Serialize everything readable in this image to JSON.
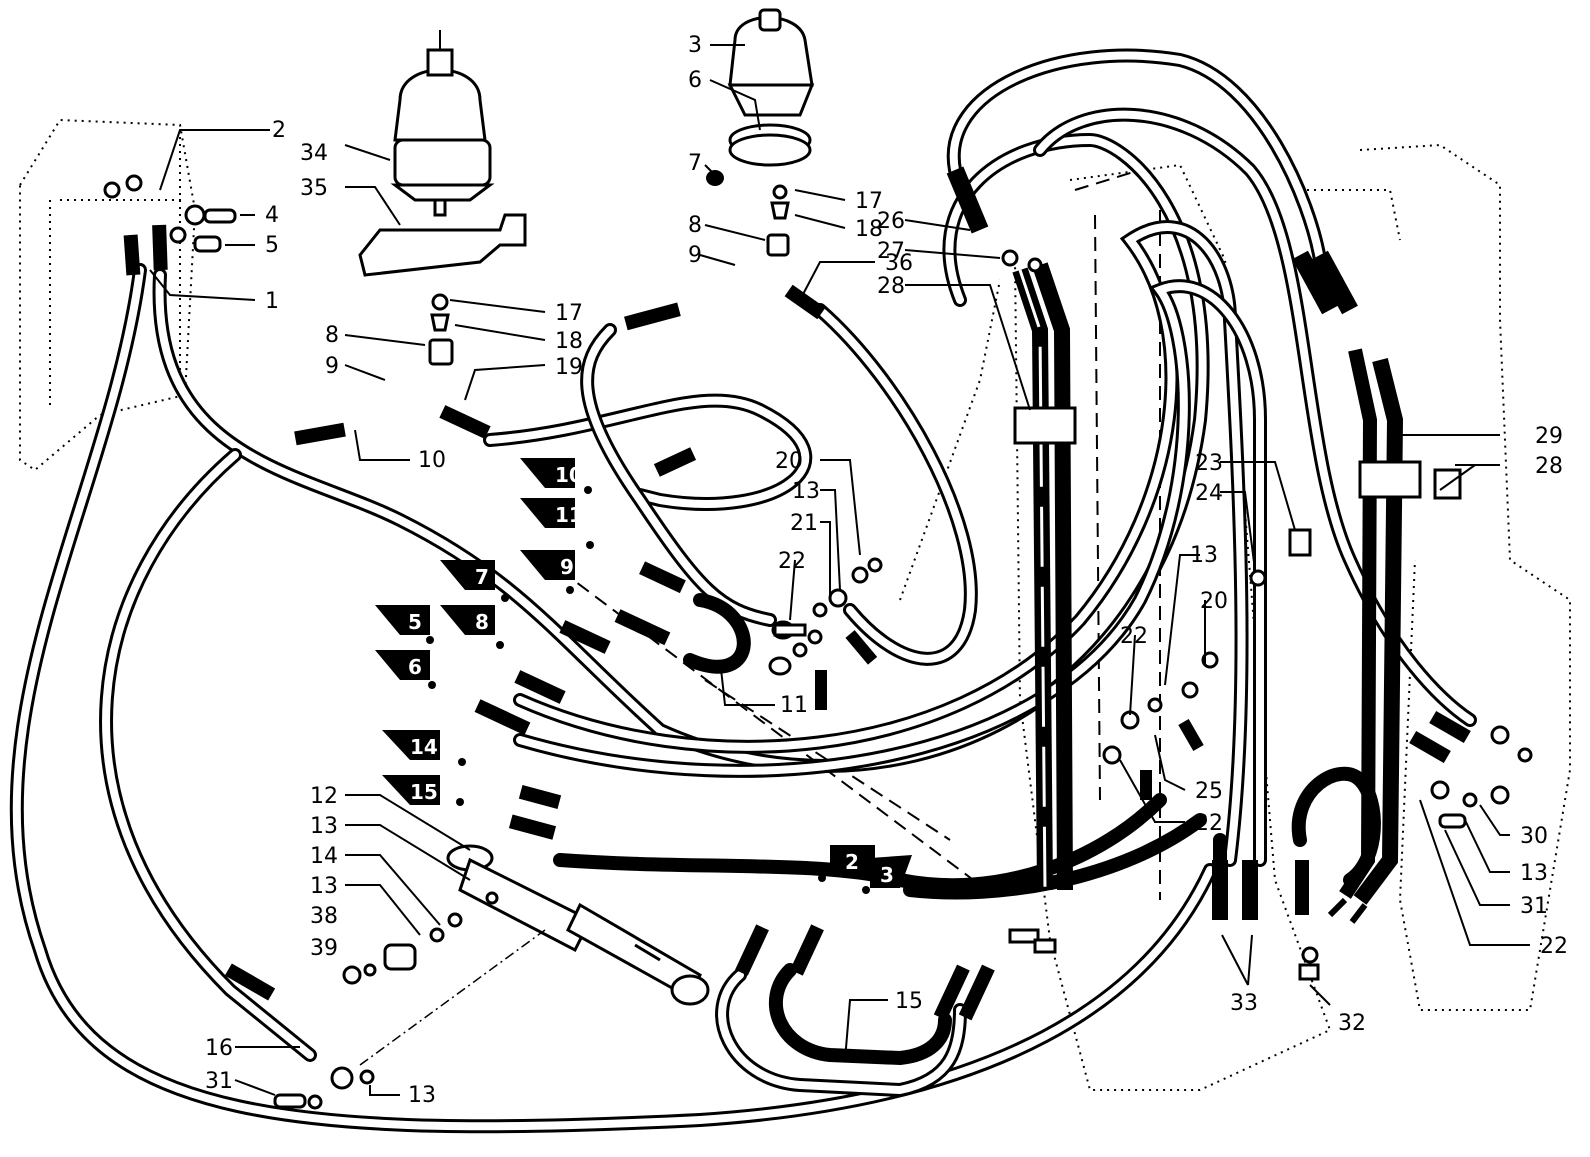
{
  "callouts": [
    "1",
    "2",
    "3",
    "4",
    "5",
    "6",
    "7",
    "8",
    "8",
    "9",
    "9",
    "10",
    "11",
    "12",
    "13",
    "13",
    "13",
    "13",
    "13",
    "13",
    "14",
    "15",
    "16",
    "17",
    "17",
    "18",
    "18",
    "19",
    "20",
    "20",
    "21",
    "22",
    "22",
    "22",
    "22",
    "23",
    "24",
    "25",
    "26",
    "27",
    "28",
    "28",
    "29",
    "30",
    "31",
    "31",
    "32",
    "33",
    "34",
    "35",
    "36",
    "38",
    "39"
  ],
  "connection_refs": [
    "10",
    "11",
    "9",
    "7",
    "8",
    "5",
    "6",
    "14",
    "15",
    "2",
    "3"
  ]
}
